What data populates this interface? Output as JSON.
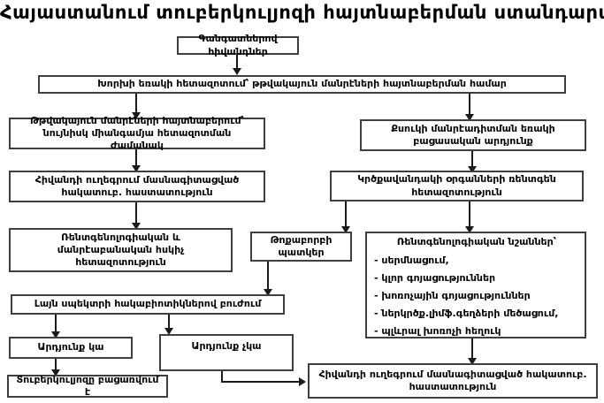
{
  "title": "Հայաստանում տուբերկուլյոզի հայտնաբերման ստանդարտ",
  "boxes": {
    "patients": "Գանգատներով հիվանդներ",
    "sputum_triple_exam": "Խորխի եռակի հետազոտում՝ թթվակայուն մանրէների հայտնաբերման համար",
    "afb_detected": "Թթվակայուն մանրէների հայտնաբերում՝ նույնիսկ միանգամյա հետազոտման ժամանակ",
    "smear_negative": "Քսուկի մանրէադիտման եռակի բացասական արդյունք",
    "referral_specialized": "Հիվանդի ուղեգրում մասնագիտացված հակատուբ. հաստատություն",
    "chest_xray": "Կրծքավանդակի օրգանների ռենտգեն հետազոտություն",
    "control_followup": "Ռենտգենոլոգիական և մանրէաբանական հսկիչ հետազոտություն",
    "pneumonia_picture": "Թոքաբորբի պատկեր",
    "xray_signs_title": "Ռենտգենոլոգիական նշաններ՝",
    "xray_signs_items": [
      "- սերմնացում,",
      "- կլոր գոյացություններ",
      "- խոռոչային գոյացություններ",
      "- ներկրծք.լիմֆ.գեղձերի մեծացում,",
      "- պլևրալ խոռոչի հեղուկ"
    ],
    "broad_antibiotics": "Լայն սպեկտրի հակաբիոտիկներով բուժում",
    "result_present": "Արդյունք կա",
    "result_absent": "Արդյունք չկա",
    "tb_excluded": "Տուբերկուլյոզը բացառվում է",
    "referral_specialized2": "Հիվանդի ուղեգրում մասնագիտացված հակատուբ. հաստատություն"
  }
}
